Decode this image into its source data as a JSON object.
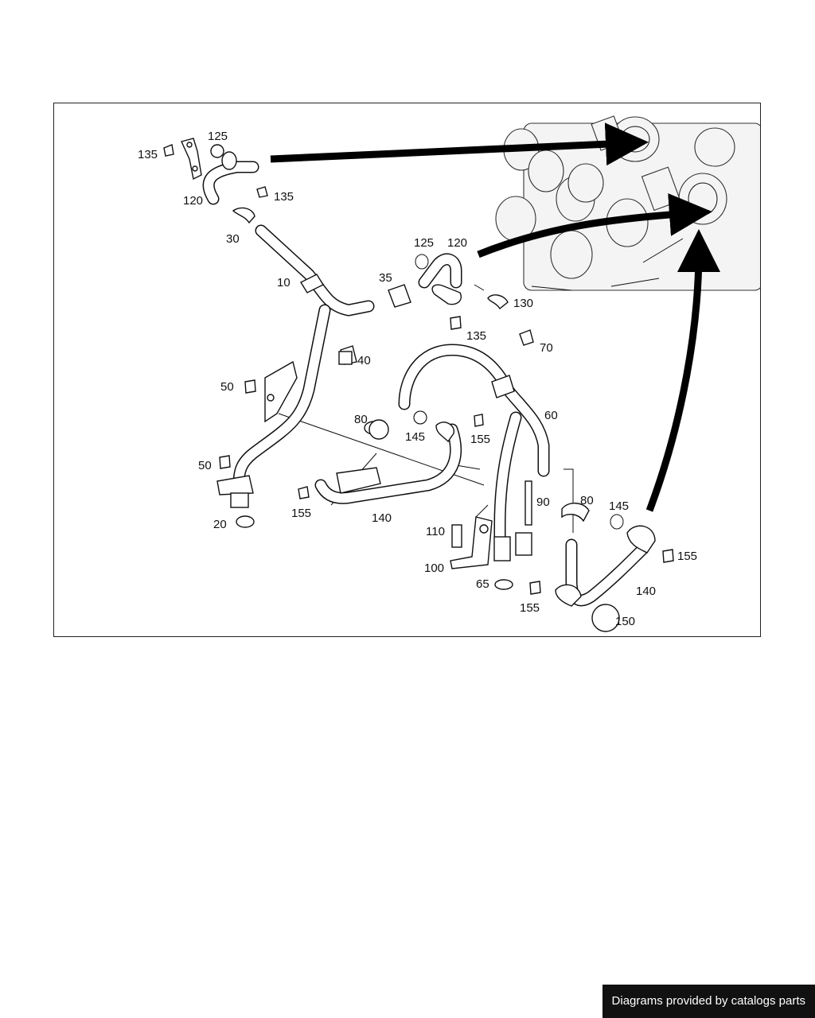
{
  "footer": {
    "text": "Diagrams provided by catalogs parts"
  },
  "labels": {
    "l135a": "135",
    "l125a": "125",
    "l120a": "120",
    "l135b": "135",
    "l30": "30",
    "l10": "10",
    "l35": "35",
    "l125b": "125",
    "l120b": "120",
    "l130": "130",
    "l135c": "135",
    "l40": "40",
    "l70": "70",
    "l50a": "50",
    "l60": "60",
    "l80a": "80",
    "l145a": "145",
    "l155a": "155",
    "l50b": "50",
    "l155b": "155",
    "l140a": "140",
    "l90": "90",
    "l80b": "80",
    "l145b": "145",
    "l20": "20",
    "l110": "110",
    "l155c": "155",
    "l100": "100",
    "l65": "65",
    "l140b": "140",
    "l155d": "155",
    "l150": "150"
  },
  "colors": {
    "line": "#111111",
    "arrow": "#000000",
    "badge_bg": "#111111",
    "badge_text": "#ffffff"
  }
}
